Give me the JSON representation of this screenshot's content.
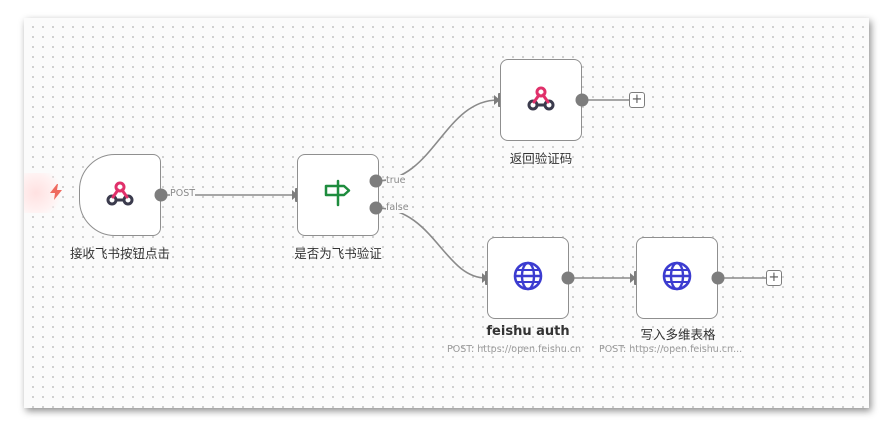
{
  "nodes": {
    "webhook": {
      "name": "接收飞书按钮点击",
      "icon": "webhook-icon"
    },
    "if": {
      "name": "是否为飞书验证",
      "icon": "signpost-icon"
    },
    "respond": {
      "name": "返回验证码",
      "icon": "webhook-icon"
    },
    "feishu_auth": {
      "name": "feishu auth",
      "subtitle": "POST: https://open.feishu.cn",
      "icon": "globe-icon"
    },
    "write_table": {
      "name": "写入多维表格",
      "subtitle": "POST: https://open.feishu.cn...",
      "icon": "globe-icon"
    }
  },
  "edges": {
    "webhook_post": "POST",
    "if_true": "true",
    "if_false": "false"
  },
  "controls": {
    "add_node_symbol": "+"
  },
  "colors": {
    "webhook_pink": "#e0306a",
    "webhook_dark": "#3b3b4d",
    "globe_blue": "#3c3cd0",
    "signpost_green": "#1e8c3e",
    "trigger_bolt": "#ef6a5f",
    "connector_gray": "#7d7d7d"
  }
}
